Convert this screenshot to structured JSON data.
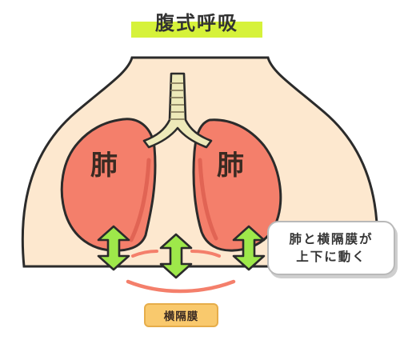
{
  "title": "腹式呼吸",
  "labels": {
    "left_lung": "肺",
    "right_lung": "肺"
  },
  "callout": {
    "line1": "肺と横隔膜が",
    "line2": "上下に動く"
  },
  "diaphragm_tag": "横隔膜",
  "colors": {
    "title_highlight": "#d6f23a",
    "body_skin": "#fde8cf",
    "lung": "#f47f6b",
    "lung_dark": "#d9584a",
    "trachea": "#ede9b9",
    "arrow": "#9ee84a",
    "diaphragm_line": "#f47f6b",
    "tag_fill": "#f9c96d"
  },
  "icons": [
    "up-down-arrow-icon",
    "up-down-arrow-icon",
    "up-down-arrow-icon"
  ]
}
